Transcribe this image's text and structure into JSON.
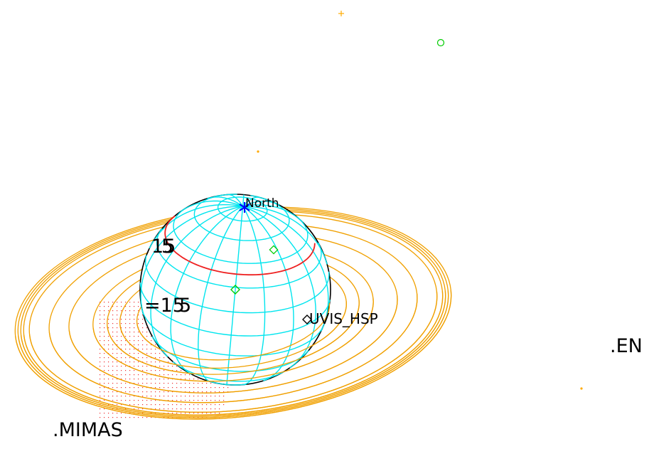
{
  "labels": {
    "north": "North",
    "lat_15a": "15",
    "lat_15b": "5",
    "lat_neg15a": "=15",
    "lat_neg15b": "5",
    "instrument": "UVIS_HSP",
    "moon_mimas": ".MIMAS",
    "moon_en": ".EN"
  },
  "colors": {
    "rings": "#f0a000",
    "grid": "#00e5ee",
    "limb": "#000000",
    "track": "#ee2020",
    "dots": "#ee3030",
    "north_marker": "#0000ff",
    "instrument_marker": "#000000",
    "green_marker": "#00cc00",
    "orange_marker": "#ffaa00"
  },
  "markers": {
    "north_symbol": "star-cross",
    "instrument_symbol": "diamond",
    "green_symbols": [
      "circle",
      "diamond",
      "square"
    ],
    "orange_symbols": [
      "plus",
      "dot",
      "dot"
    ]
  }
}
